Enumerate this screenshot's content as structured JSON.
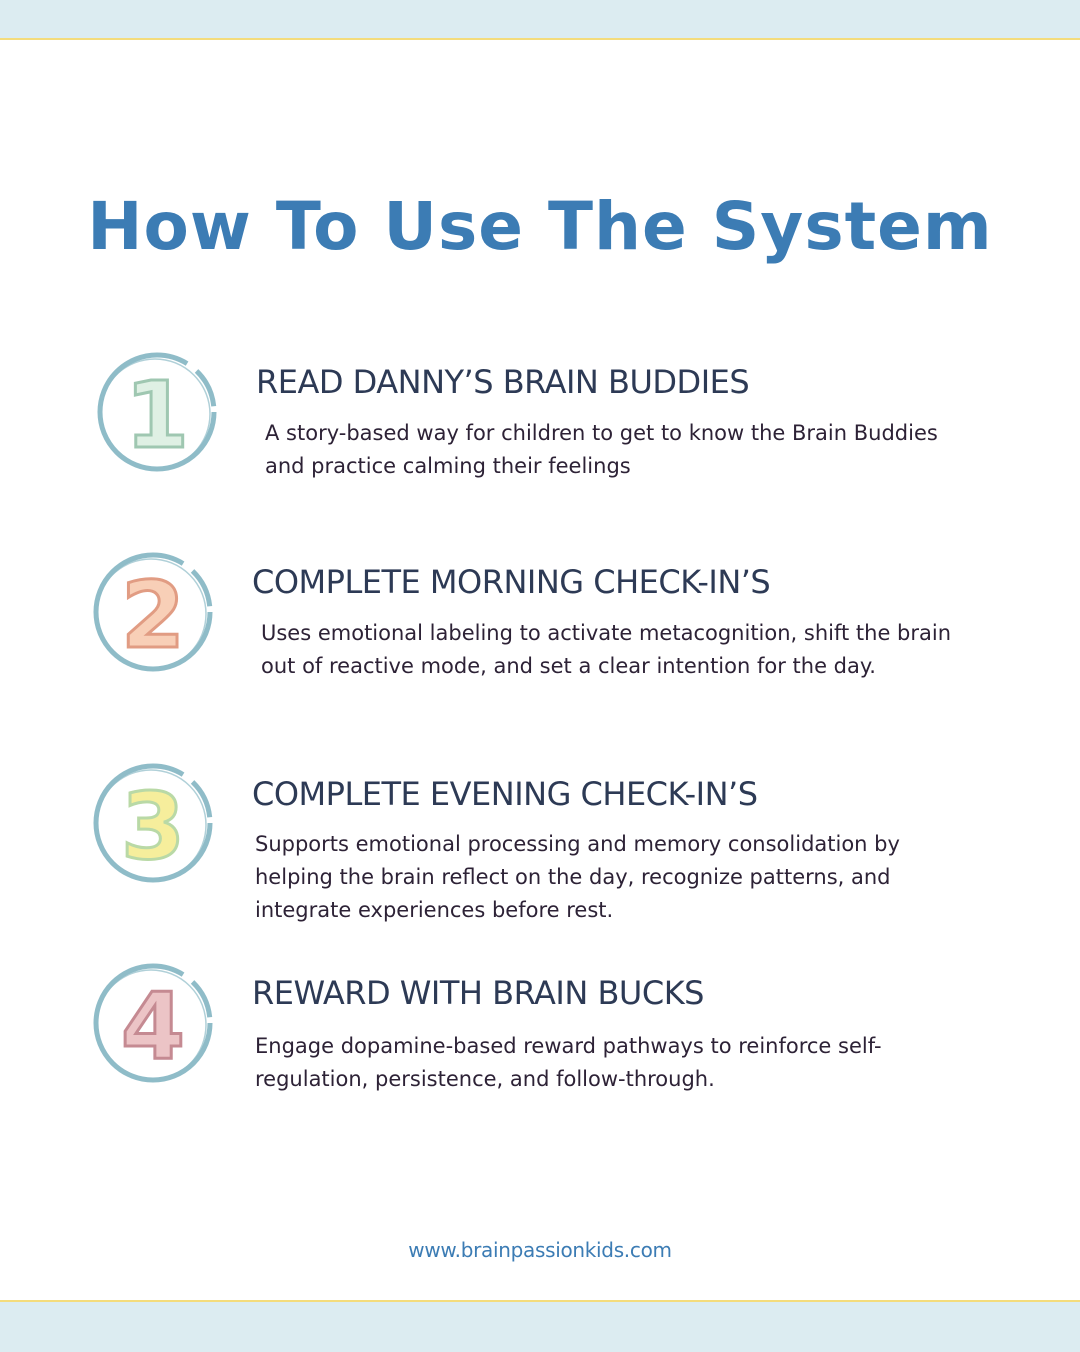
{
  "title": "How To Use The System",
  "steps": [
    {
      "number": "1",
      "number_color": "#dff0e4",
      "number_outline": "#9fc7b1",
      "heading": "READ DANNY’S BRAIN BUDDIES",
      "description": "A story-based way for children to get to know the Brain Buddies and practice calming their feelings"
    },
    {
      "number": "2",
      "number_color": "#f8cfb7",
      "number_outline": "#e19c83",
      "heading": "COMPLETE MORNING CHECK-IN’S",
      "description": "Uses emotional labeling to activate metacognition, shift the brain out of reactive mode, and set a clear intention for the day."
    },
    {
      "number": "3",
      "number_color": "#f6ee9c",
      "number_outline": "#b9d9a6",
      "heading": "COMPLETE EVENING CHECK-IN’S",
      "description": "Supports emotional processing and memory consolidation by helping the brain reflect on the day, recognize patterns, and integrate experiences before rest."
    },
    {
      "number": "4",
      "number_color": "#ecc4c6",
      "number_outline": "#c58a92",
      "heading": "REWARD WITH BRAIN BUCKS",
      "description": "Engage dopamine-based reward pathways to reinforce self-regulation, persistence, and follow-through."
    }
  ],
  "ring_color": "#8fbcc8",
  "footer": {
    "url": "www.brainpassionkids.com"
  }
}
